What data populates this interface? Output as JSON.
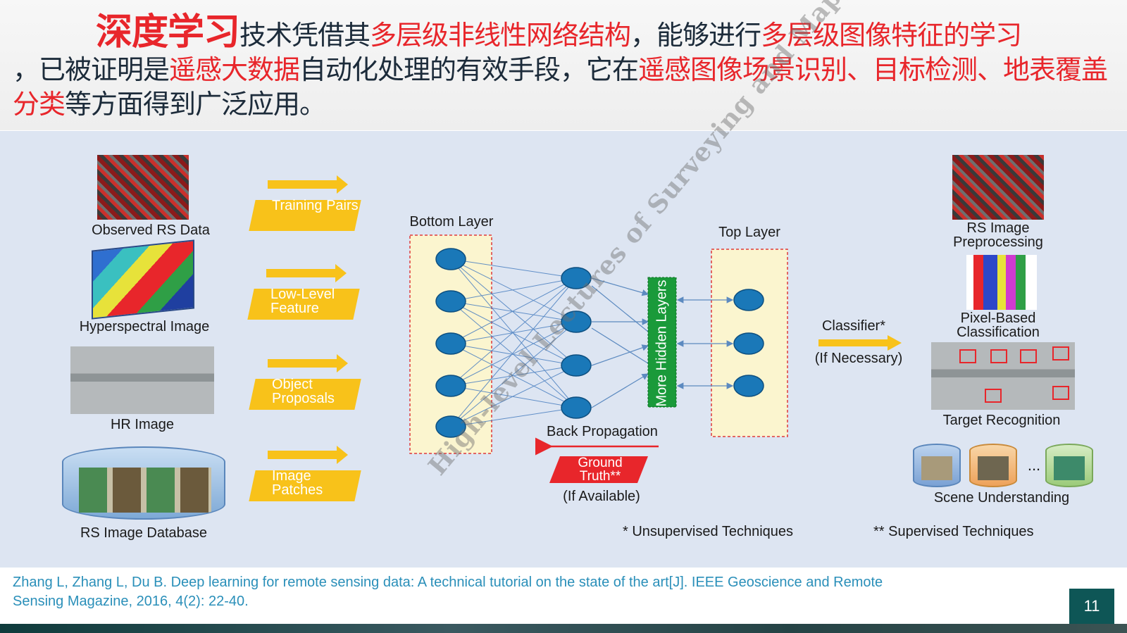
{
  "header": {
    "intro_lead": "",
    "seg1": "深度学习",
    "seg2": "技术凭借其",
    "seg3": "多层级非线性网络结构",
    "seg4": "，能够进行",
    "seg5": "多层级图像特征的学习",
    "seg6": "，已被证明是",
    "seg7": "遥感大数据",
    "seg8": "自动化处理的有效手段，它在",
    "seg9": "遥感图像场景识别、目标检测、地表覆盖分类",
    "seg10": "等方面得到广泛应用。"
  },
  "diagram": {
    "inputs": [
      "Observed RS Data",
      "Hyperspectral Image",
      "HR Image",
      "RS Image Database"
    ],
    "banners": [
      "Training Pairs",
      "Low-Level Feature",
      "Object Proposals",
      "Image Patches"
    ],
    "bottom_layer_label": "Bottom Layer",
    "top_layer_label": "Top Layer",
    "hidden_layers_label": "More Hidden Layers",
    "back_propagation_label": "Back Propagation",
    "ground_truth_label": "Ground Truth**",
    "if_available_label": "(If Available)",
    "classifier_label": "Classifier*",
    "if_necessary_label": "(If Necessary)",
    "outputs": [
      "RS Image Preprocessing",
      "Pixel-Based Classification",
      "Target Recognition",
      "Scene Understanding"
    ],
    "scene_ellipsis": "...",
    "footnote_unsupervised": "* Unsupervised Techniques",
    "footnote_supervised": "** Supervised Techniques"
  },
  "watermark": {
    "english": "High-level Lectures of Surveying and Mapping"
  },
  "footer": {
    "reference": "Zhang L, Zhang L, Du B. Deep learning for remote sensing data: A technical tutorial on the state of the art[J]. IEEE Geoscience and Remote Sensing Magazine, 2016, 4(2): 22-40.",
    "page_number": "11"
  },
  "colors": {
    "accent_red": "#e8262b",
    "node_blue": "#1a78b8",
    "banner_yellow": "#f8c21a",
    "hidden_green": "#1a9a3a",
    "reference_blue": "#2a8fb9",
    "page_badge": "#0e5656"
  }
}
